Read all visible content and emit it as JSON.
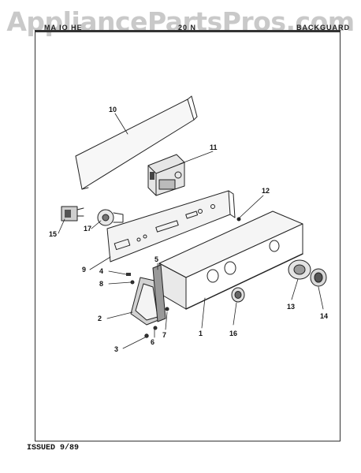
{
  "watermark": "AppliancePartsPros.com",
  "header": {
    "left": "MA IO HE",
    "mid": "20 N",
    "right": "BACKGUARD"
  },
  "footer": {
    "issued": "ISSUED 9/89"
  },
  "callouts": [
    "10",
    "11",
    "12",
    "15",
    "17",
    "9",
    "5",
    "4",
    "8",
    "2",
    "3",
    "6",
    "7",
    "1",
    "16",
    "13",
    "14"
  ]
}
